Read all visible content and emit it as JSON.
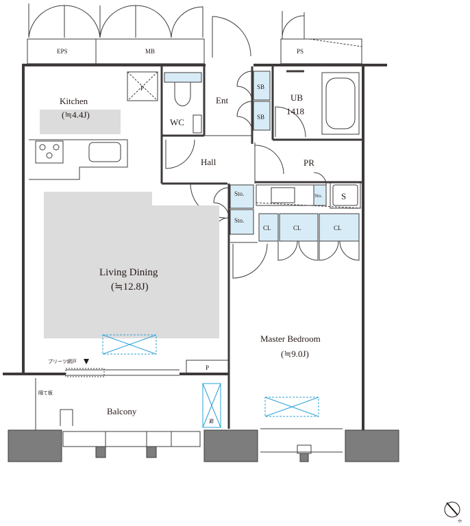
{
  "rooms": {
    "eps": "EPS",
    "mb": "MB",
    "ps_top": "PS",
    "kitchen": "Kitchen",
    "kitchen_size": "(≒4.4J)",
    "wc": "WC",
    "ent": "Ent",
    "sb1": "SB",
    "sb2": "SB",
    "ub": "UB",
    "ub_size": "1418",
    "hall": "Hall",
    "pr": "PR",
    "sto1": "Sto.",
    "sto2": "Sto.",
    "sto3": "Sto.",
    "s": "S",
    "cl1": "CL",
    "cl2": "CL",
    "cl3": "CL",
    "living": "Living Dining",
    "living_size": "(≒12.8J)",
    "master": "Master Bedroom",
    "master_size": "(≒9.0J)",
    "balcony": "Balcony",
    "p_small": "P",
    "p_box": "P",
    "pleats": "プリーツ網戸",
    "partition": "隔て板",
    "hatch": "避"
  },
  "compass": "N"
}
